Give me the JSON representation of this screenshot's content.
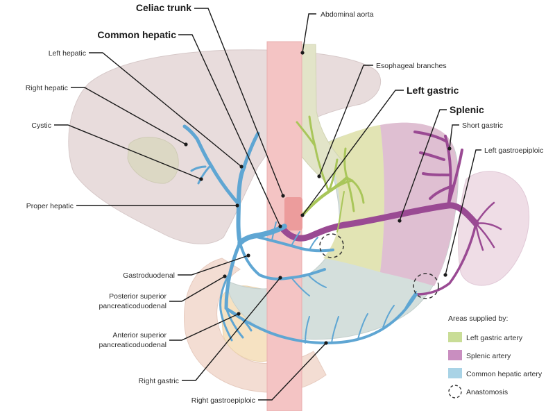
{
  "labels": {
    "celiac_trunk": "Celiac trunk",
    "abdominal_aorta": "Abdominal aorta",
    "common_hepatic": "Common hepatic",
    "left_hepatic": "Left hepatic",
    "esophageal_branches": "Esophageal branches",
    "right_hepatic": "Right hepatic",
    "left_gastric": "Left gastric",
    "splenic": "Splenic",
    "cystic": "Cystic",
    "short_gastric": "Short gastric",
    "left_gastroepiploic": "Left gastroepiploic",
    "proper_hepatic": "Proper hepatic",
    "gastroduodenal": "Gastroduodenal",
    "posterior_superior_line1": "Posterior superior",
    "posterior_superior_line2": "pancreaticoduodenal",
    "anterior_superior_line1": "Anterior superior",
    "anterior_superior_line2": "pancreaticoduodenal",
    "right_gastric": "Right gastric",
    "right_gastroepiploic": "Right gastroepiploic"
  },
  "legend": {
    "title": "Areas supplied by:",
    "items": [
      {
        "label": "Left gastric artery",
        "color": "#c9dd97"
      },
      {
        "label": "Splenic artery",
        "color": "#c98ec0"
      },
      {
        "label": "Common hepatic artery",
        "color": "#a9d3e6"
      },
      {
        "label": "Anastomosis",
        "color": "#333333"
      }
    ]
  },
  "colors": {
    "liver": "#e8dcdc",
    "stomach_gastric": "#e2e4b4",
    "stomach_splenic": "#dfbfd2",
    "stomach_hepatic": "#d3dedc",
    "aorta": "#f4c4c4",
    "pancreas": "#f6dec0",
    "duodenum": "#f3ddd3",
    "spleen": "#efdde6",
    "artery_hepatic": "#5fa6d3",
    "artery_splenic": "#9a4a93",
    "artery_gastric": "#a9c65a"
  }
}
